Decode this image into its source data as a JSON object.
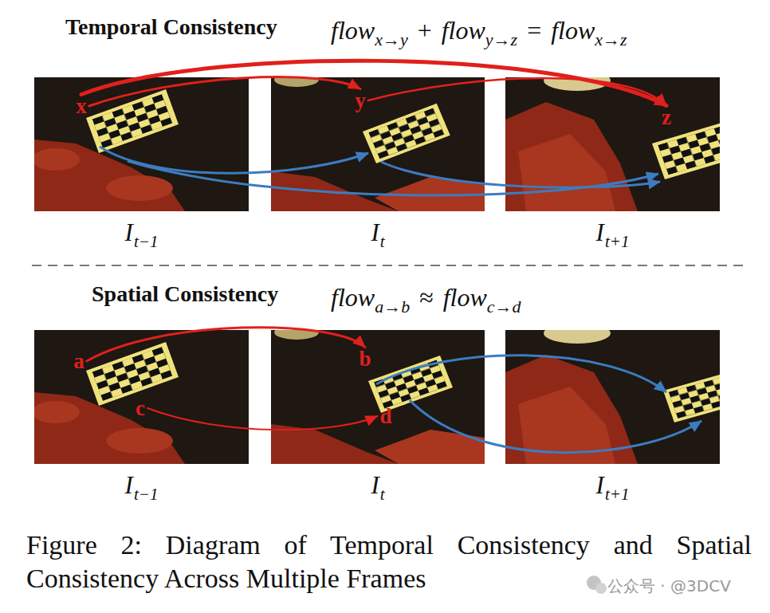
{
  "diagram": {
    "caption": "Figure 2: Diagram of Temporal Consistency and Spatial Consistency Across Multiple Frames",
    "nodes": [
      {
        "text": [
          "I",
          "t−1"
        ]
      },
      {
        "text": [
          "x"
        ],
        "in": 0
      },
      {
        "text": [
          "I",
          "t"
        ]
      },
      {
        "text": [
          "y"
        ],
        "in": 2
      },
      {
        "text": [
          "I",
          "t+1"
        ]
      },
      {
        "text": [
          "z"
        ],
        "in": 4
      },
      {
        "text": [
          "I",
          "t−1"
        ]
      },
      {
        "text": [
          "a"
        ],
        "in": 6
      },
      {
        "text": [
          "c"
        ],
        "in": 6
      },
      {
        "text": [
          "I",
          "t"
        ]
      },
      {
        "text": [
          "b"
        ],
        "in": 9
      },
      {
        "text": [
          "d"
        ],
        "in": 9
      },
      {
        "text": [
          "I",
          "t+1"
        ]
      }
    ],
    "edges": [
      {
        "from": 1,
        "to": 3,
        "arrow": "to"
      },
      {
        "from": 3,
        "to": 5,
        "arrow": "to"
      },
      {
        "from": 1,
        "to": 5,
        "arrow": "to"
      },
      {
        "from": 7,
        "to": 10,
        "arrow": "to"
      },
      {
        "from": 8,
        "to": 11,
        "arrow": "to"
      }
    ],
    "labels": [
      "Temporal Consistency",
      "flow",
      "x→y",
      "+",
      "flow",
      "y→z",
      "=",
      "flow",
      "x→z",
      "Spatial Consistency",
      "flow",
      "a→b",
      "≈",
      "flow",
      "c→d",
      "公众号 · @3DCV"
    ]
  }
}
